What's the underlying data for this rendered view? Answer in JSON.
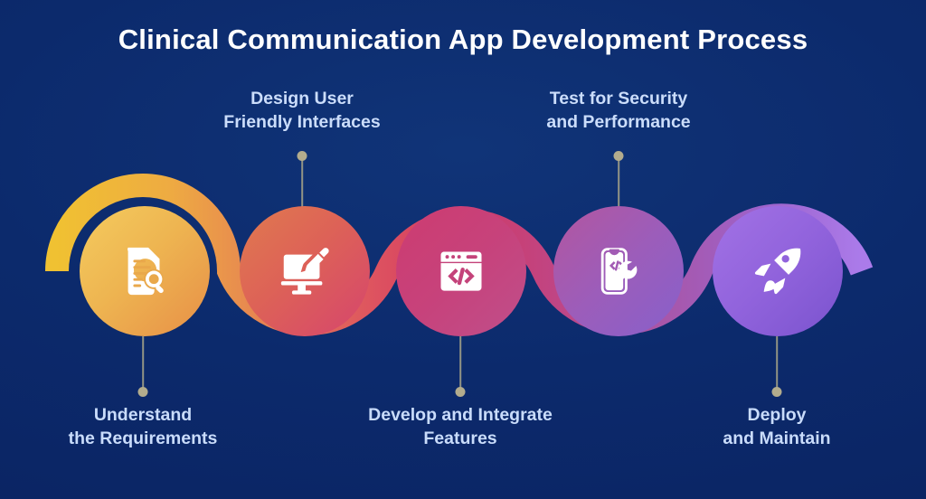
{
  "header": {
    "title": "Clinical Communication App Development Process"
  },
  "colors": {
    "background_top": "#103478",
    "background_bottom": "#0a2260",
    "title_text": "#ffffff",
    "label_text": "#c9dcfb",
    "connector_line": "#9a9a86",
    "connector_dot": "#b3ac8d",
    "wave_start": "#f0c132",
    "wave_mid": "#d13a63",
    "wave_end": "#a36ee0"
  },
  "steps": [
    {
      "index": "1",
      "label_line1": "Understand",
      "label_line2": "the Requirements",
      "label_position": "bottom",
      "icon": "document-search-icon",
      "circle_color_start": "#f3c85a",
      "circle_color_end": "#e99247"
    },
    {
      "index": "2",
      "label_line1": "Design User",
      "label_line2": "Friendly Interfaces",
      "label_position": "top",
      "icon": "monitor-paintbrush-icon",
      "circle_color_start": "#e2784f",
      "circle_color_end": "#d8456a"
    },
    {
      "index": "3",
      "label_line1": "Develop and Integrate",
      "label_line2": "Features",
      "label_position": "bottom",
      "icon": "code-window-icon",
      "circle_color_start": "#cf3e6f",
      "circle_color_end": "#c4497f"
    },
    {
      "index": "4",
      "label_line1": "Test for Security",
      "label_line2": "and Performance",
      "label_position": "top",
      "icon": "mobile-wrench-icon",
      "circle_color_start": "#b4569f",
      "circle_color_end": "#8c5fca"
    },
    {
      "index": "5",
      "label_line1": "Deploy",
      "label_line2": "and Maintain",
      "label_position": "bottom",
      "icon": "rocket-icon",
      "circle_color_start": "#a06ee2",
      "circle_color_end": "#7b54cf"
    }
  ]
}
